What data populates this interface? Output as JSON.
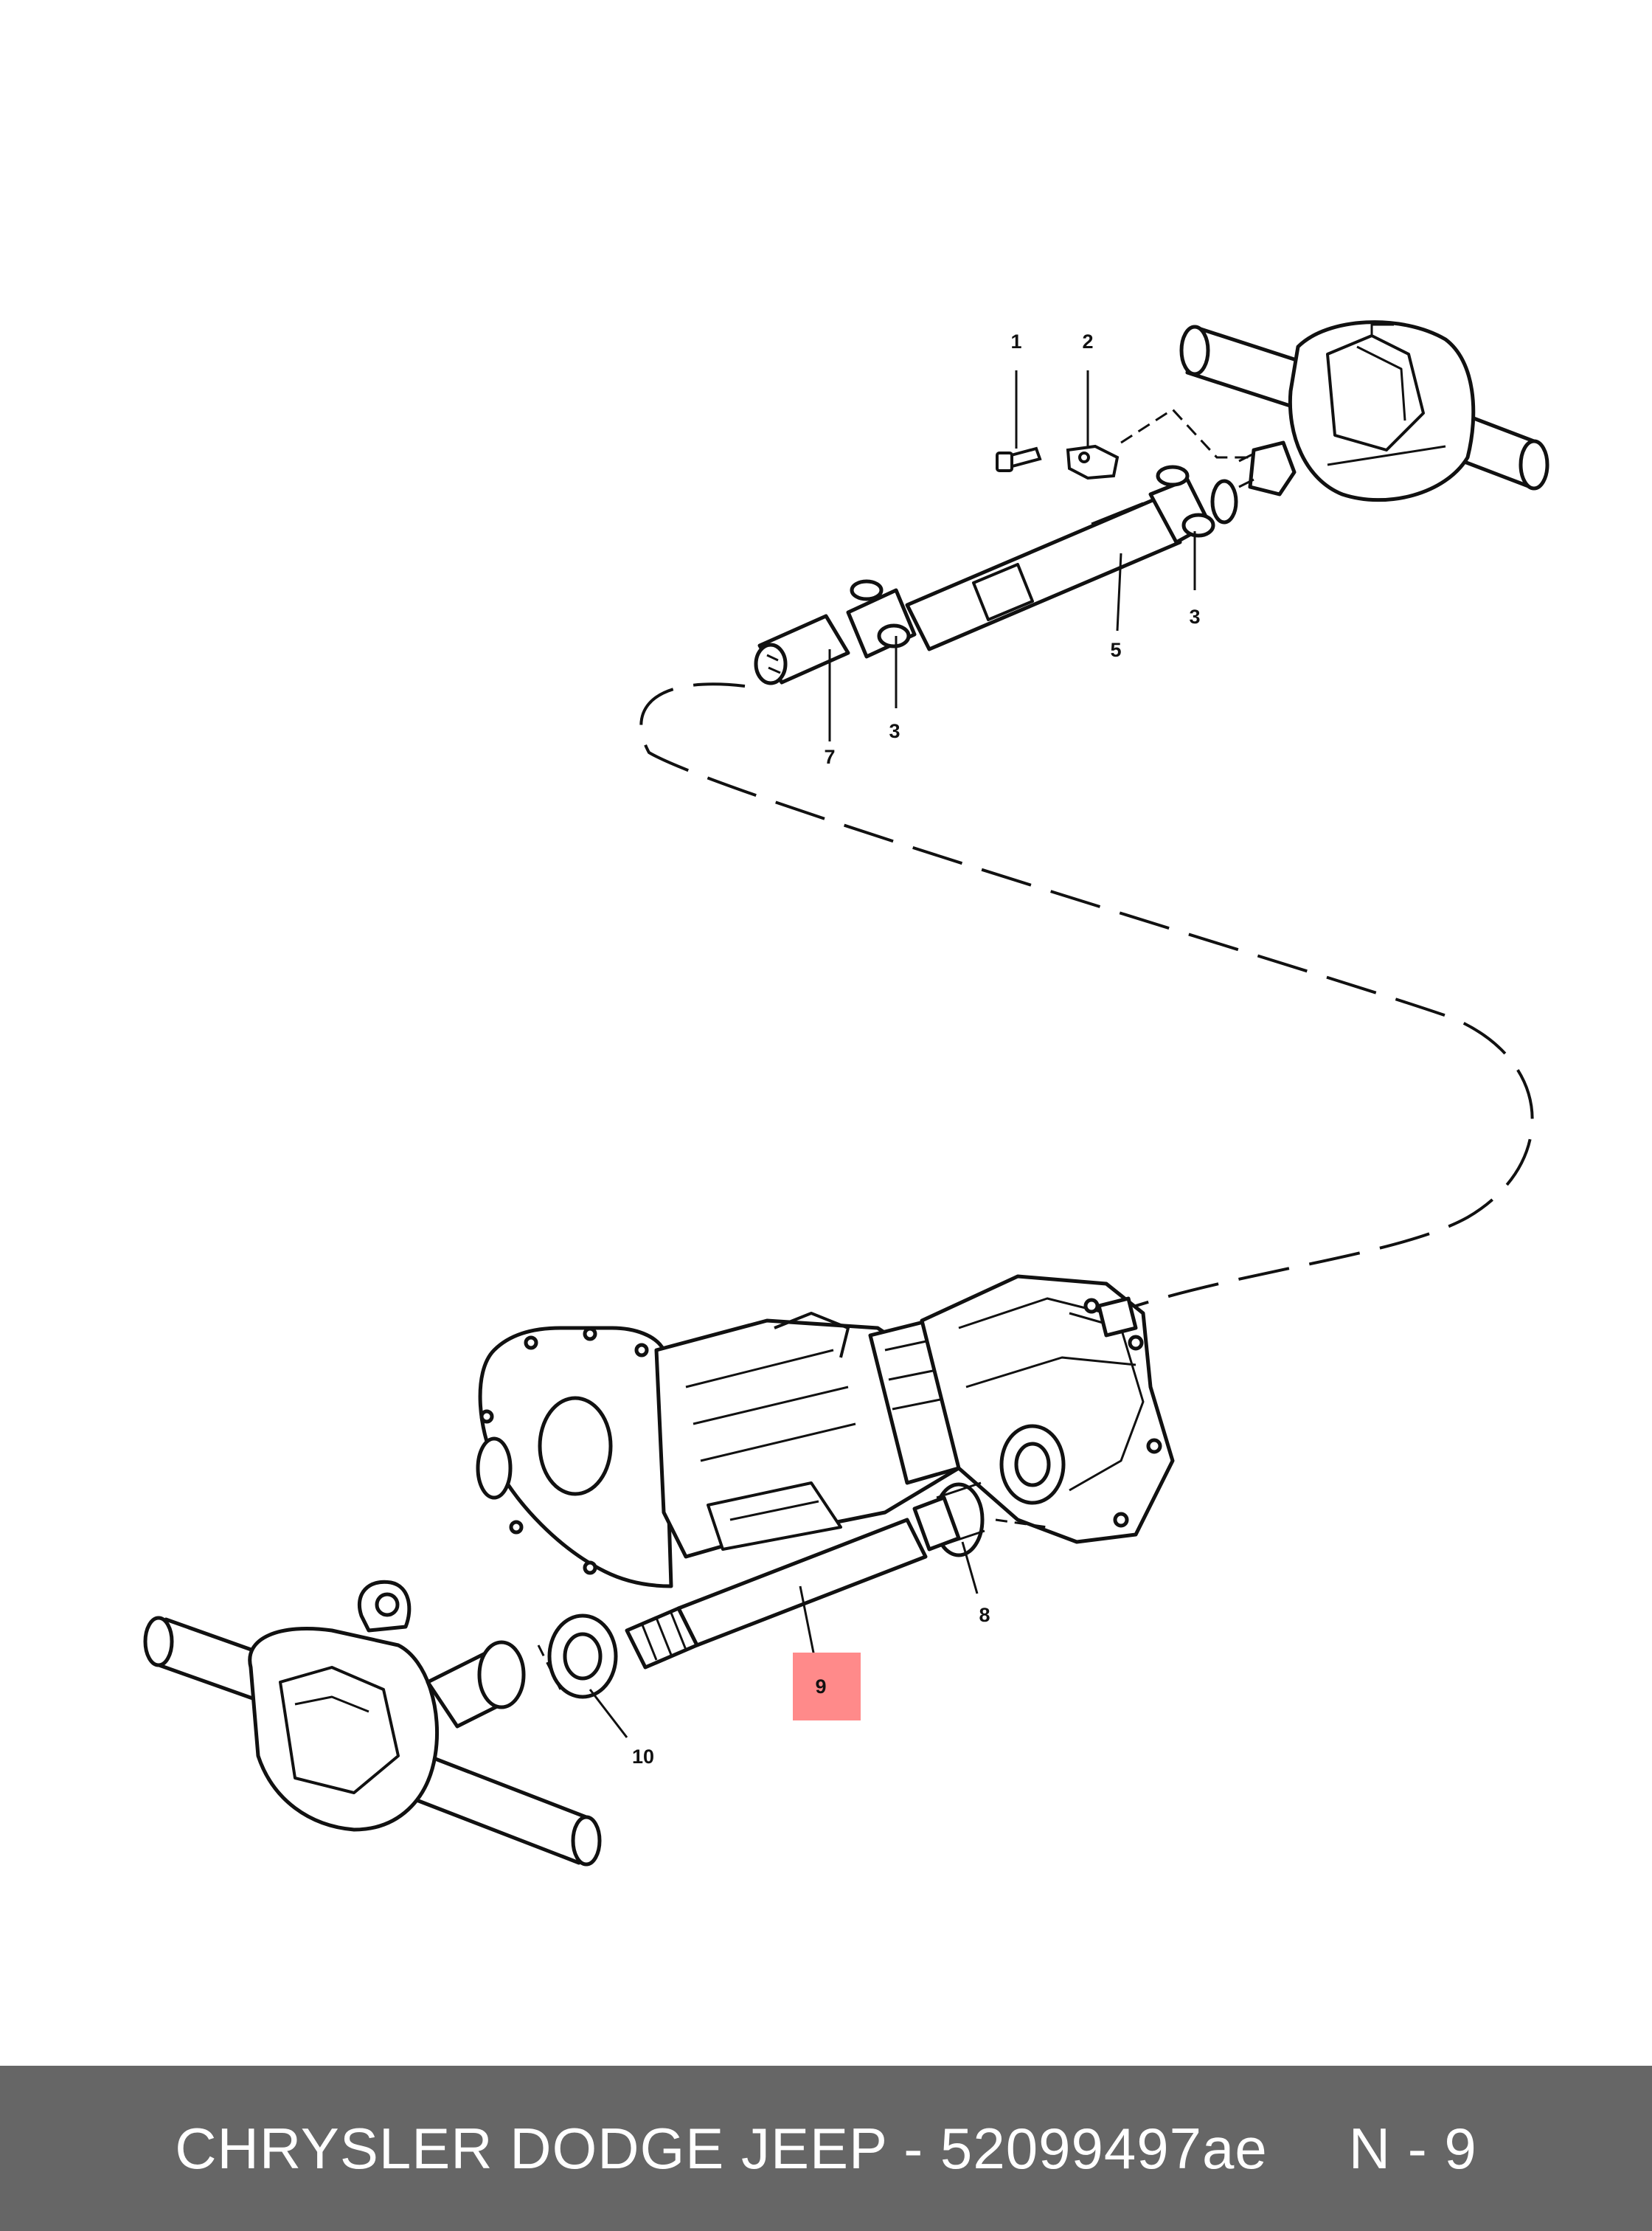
{
  "callouts": [
    {
      "id": "1",
      "label": "1"
    },
    {
      "id": "2",
      "label": "2"
    },
    {
      "id": "3a",
      "label": "3"
    },
    {
      "id": "3b",
      "label": "3"
    },
    {
      "id": "5",
      "label": "5"
    },
    {
      "id": "7",
      "label": "7"
    },
    {
      "id": "8",
      "label": "8"
    },
    {
      "id": "9",
      "label": "9",
      "highlighted": true
    },
    {
      "id": "10",
      "label": "10"
    }
  ],
  "highlight_color": "#ff8a8a",
  "footer": {
    "brand_part": "CHRYSLER DODGE JEEP - 52099497ae",
    "ref": "N - 9"
  }
}
